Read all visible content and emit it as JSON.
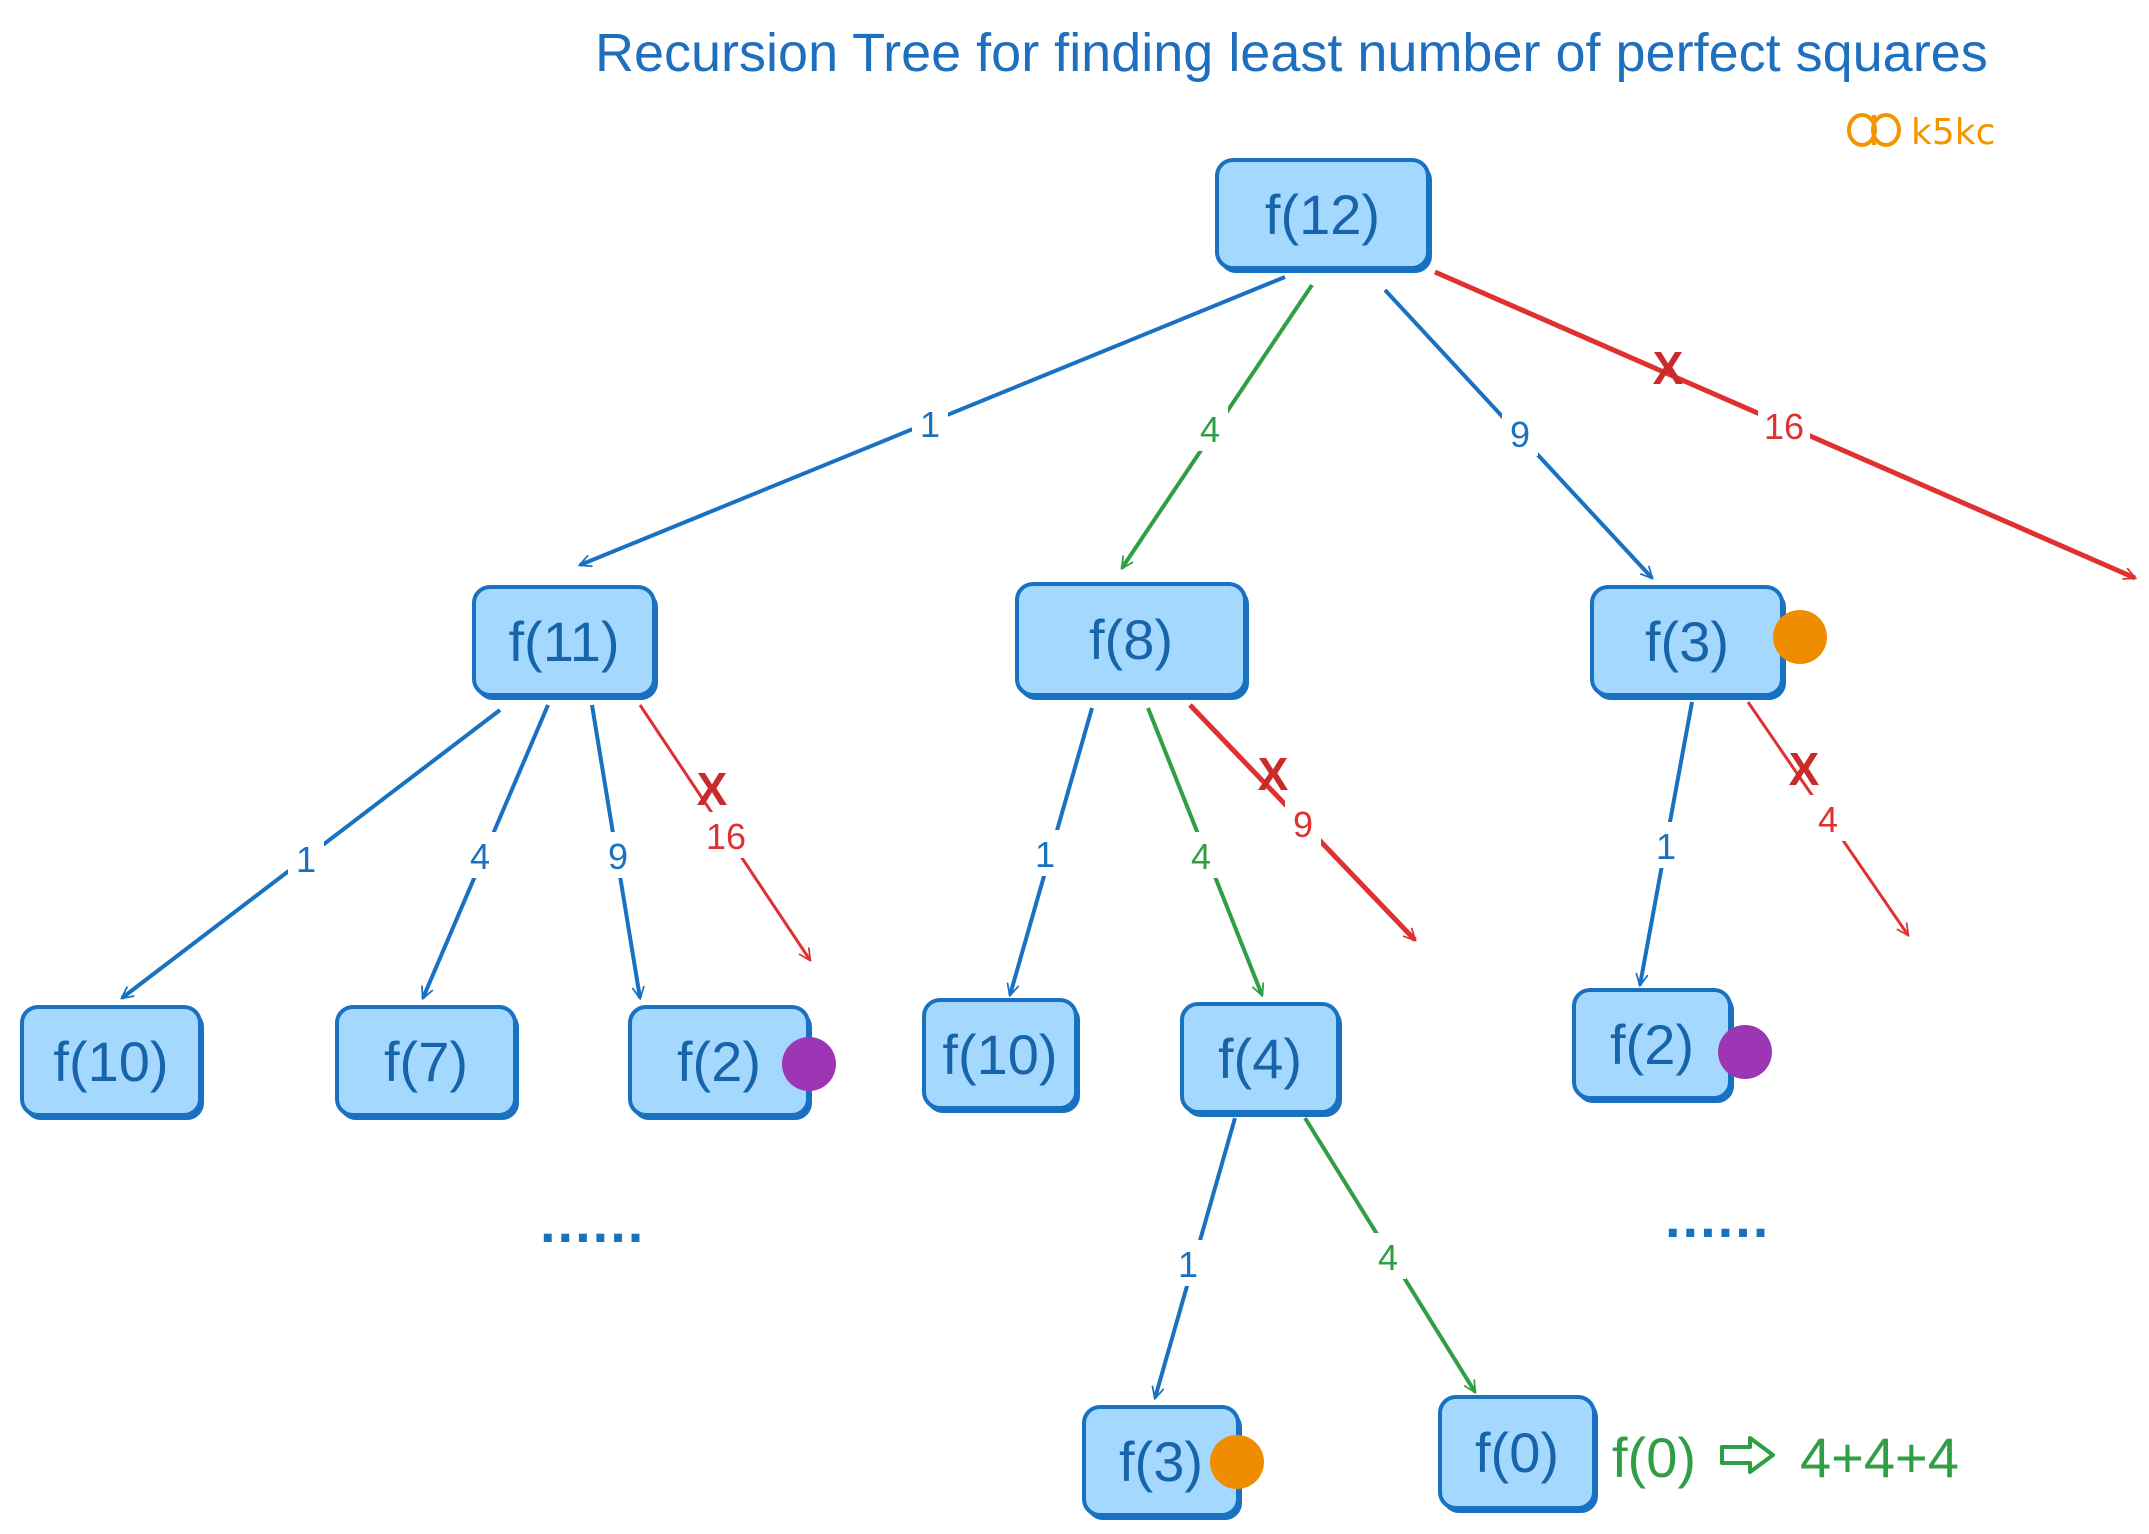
{
  "title": "Recursion Tree for finding least number of perfect squares",
  "brand": {
    "text": "k5kc",
    "icon": "butterfly-icon",
    "color": "#f29500"
  },
  "colors": {
    "node_fill": "#a5d8ff",
    "node_border": "#1971c2",
    "node_text": "#1864ab",
    "edge_blue": "#1971c2",
    "edge_green": "#2f9e44",
    "edge_red": "#e03131",
    "marker_orange": "#f08c00",
    "marker_purple": "#9c36b5"
  },
  "nodes": [
    {
      "id": "n12",
      "label": "f(12)"
    },
    {
      "id": "n11",
      "label": "f(11)"
    },
    {
      "id": "n8",
      "label": "f(8)"
    },
    {
      "id": "n3a",
      "label": "f(3)",
      "marker": "orange"
    },
    {
      "id": "n10a",
      "label": "f(10)"
    },
    {
      "id": "n7",
      "label": "f(7)"
    },
    {
      "id": "n2a",
      "label": "f(2)",
      "marker": "purple"
    },
    {
      "id": "n10b",
      "label": "f(10)"
    },
    {
      "id": "n4",
      "label": "f(4)"
    },
    {
      "id": "n2b",
      "label": "f(2)",
      "marker": "purple"
    },
    {
      "id": "n3b",
      "label": "f(3)",
      "marker": "orange"
    },
    {
      "id": "n0",
      "label": "f(0)"
    }
  ],
  "edges": [
    {
      "from": "f(12)",
      "to": "f(11)",
      "label": "1",
      "color": "blue"
    },
    {
      "from": "f(12)",
      "to": "f(8)",
      "label": "4",
      "color": "green"
    },
    {
      "from": "f(12)",
      "to": "f(3)",
      "label": "9",
      "color": "blue"
    },
    {
      "from": "f(12)",
      "to": "",
      "label": "16",
      "color": "red",
      "pruned": true
    },
    {
      "from": "f(11)",
      "to": "f(10)",
      "label": "1",
      "color": "blue"
    },
    {
      "from": "f(11)",
      "to": "f(7)",
      "label": "4",
      "color": "blue"
    },
    {
      "from": "f(11)",
      "to": "f(2)",
      "label": "9",
      "color": "blue"
    },
    {
      "from": "f(11)",
      "to": "",
      "label": "16",
      "color": "red",
      "pruned": true
    },
    {
      "from": "f(8)",
      "to": "f(10)",
      "label": "1",
      "color": "blue"
    },
    {
      "from": "f(8)",
      "to": "f(4)",
      "label": "4",
      "color": "green"
    },
    {
      "from": "f(8)",
      "to": "",
      "label": "9",
      "color": "red",
      "pruned": true
    },
    {
      "from": "f(3)",
      "to": "f(2)",
      "label": "1",
      "color": "blue"
    },
    {
      "from": "f(3)",
      "to": "",
      "label": "4",
      "color": "red",
      "pruned": true
    },
    {
      "from": "f(4)",
      "to": "f(3)",
      "label": "1",
      "color": "blue"
    },
    {
      "from": "f(4)",
      "to": "f(0)",
      "label": "4",
      "color": "green"
    }
  ],
  "prune_mark": "X",
  "ellipsis": [
    "......",
    "......"
  ],
  "result": {
    "lhs": "f(0)",
    "arrow_icon": "hollow-right-arrow-icon",
    "rhs": "4+4+4"
  }
}
